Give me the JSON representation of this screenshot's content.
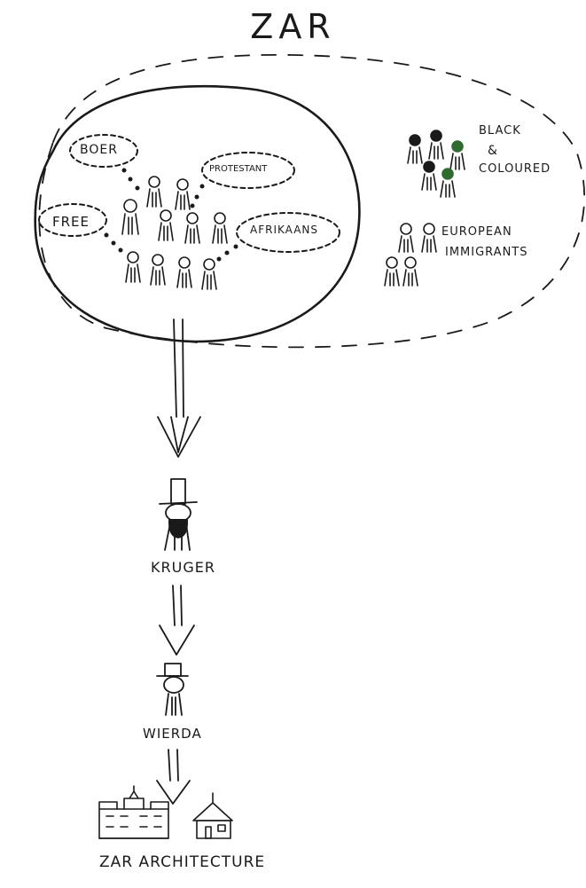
{
  "title": "ZAR",
  "boer_group": {
    "labels": {
      "boer": "BOER",
      "protestant": "PROTESTANT",
      "free": "FREE",
      "afrikaans": "AFRIKAANS"
    }
  },
  "other_groups": {
    "black_coloured": {
      "line1": "BLACK",
      "line2": "&",
      "line3": "COLOURED"
    },
    "european_immigrants": {
      "line1": "EUROPEAN",
      "line2": "IMMIGRANTS"
    }
  },
  "chain": {
    "kruger": "KRUGER",
    "wierda": "WIERDA",
    "architecture": "ZAR ARCHITECTURE"
  },
  "colors": {
    "ink": "#1a1a1a",
    "green_accent": "#2e6b2e",
    "paper": "#ffffff"
  }
}
